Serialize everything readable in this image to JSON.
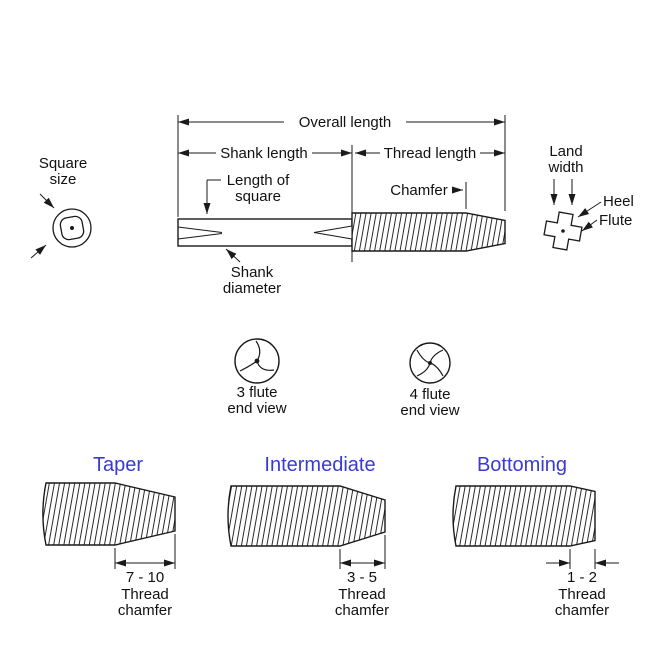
{
  "colors": {
    "heading": "#3a3ad1",
    "line": "#1a1a1a",
    "background": "#ffffff"
  },
  "main_diagram": {
    "overall_length": "Overall length",
    "shank_length": "Shank length",
    "thread_length": "Thread length",
    "length_of_square_line1": "Length of",
    "length_of_square_line2": "square",
    "chamfer": "Chamfer",
    "shank_diameter_line1": "Shank",
    "shank_diameter_line2": "diameter",
    "square_size_line1": "Square",
    "square_size_line2": "size",
    "land_width_line1": "Land",
    "land_width_line2": "width",
    "heel": "Heel",
    "flute": "Flute"
  },
  "end_views": {
    "three_flute_line1": "3 flute",
    "three_flute_line2": "end view",
    "four_flute_line1": "4 flute",
    "four_flute_line2": "end view"
  },
  "tap_types": [
    {
      "name": "Taper",
      "chamfer_range": "7 - 10",
      "note_line1": "Thread",
      "note_line2": "chamfer"
    },
    {
      "name": "Intermediate",
      "chamfer_range": "3 - 5",
      "note_line1": "Thread",
      "note_line2": "chamfer"
    },
    {
      "name": "Bottoming",
      "chamfer_range": "1 - 2",
      "note_line1": "Thread",
      "note_line2": "chamfer"
    }
  ]
}
